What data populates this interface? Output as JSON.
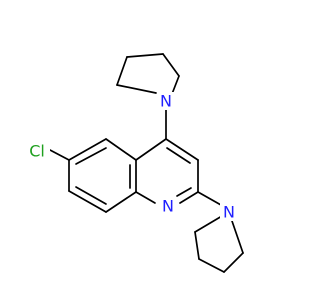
{
  "molecule": {
    "atoms": {
      "chlorine": {
        "symbol": "Cl",
        "color": "#1fa01f"
      },
      "ring_nitrogen": {
        "symbol": "N",
        "color": "#2020ff"
      },
      "pyrrolidine_n_top": {
        "symbol": "N",
        "color": "#2020ff"
      },
      "pyrrolidine_n_bottom": {
        "symbol": "N",
        "color": "#2020ff"
      }
    },
    "bond_color": "#000000",
    "background": "#ffffff"
  }
}
